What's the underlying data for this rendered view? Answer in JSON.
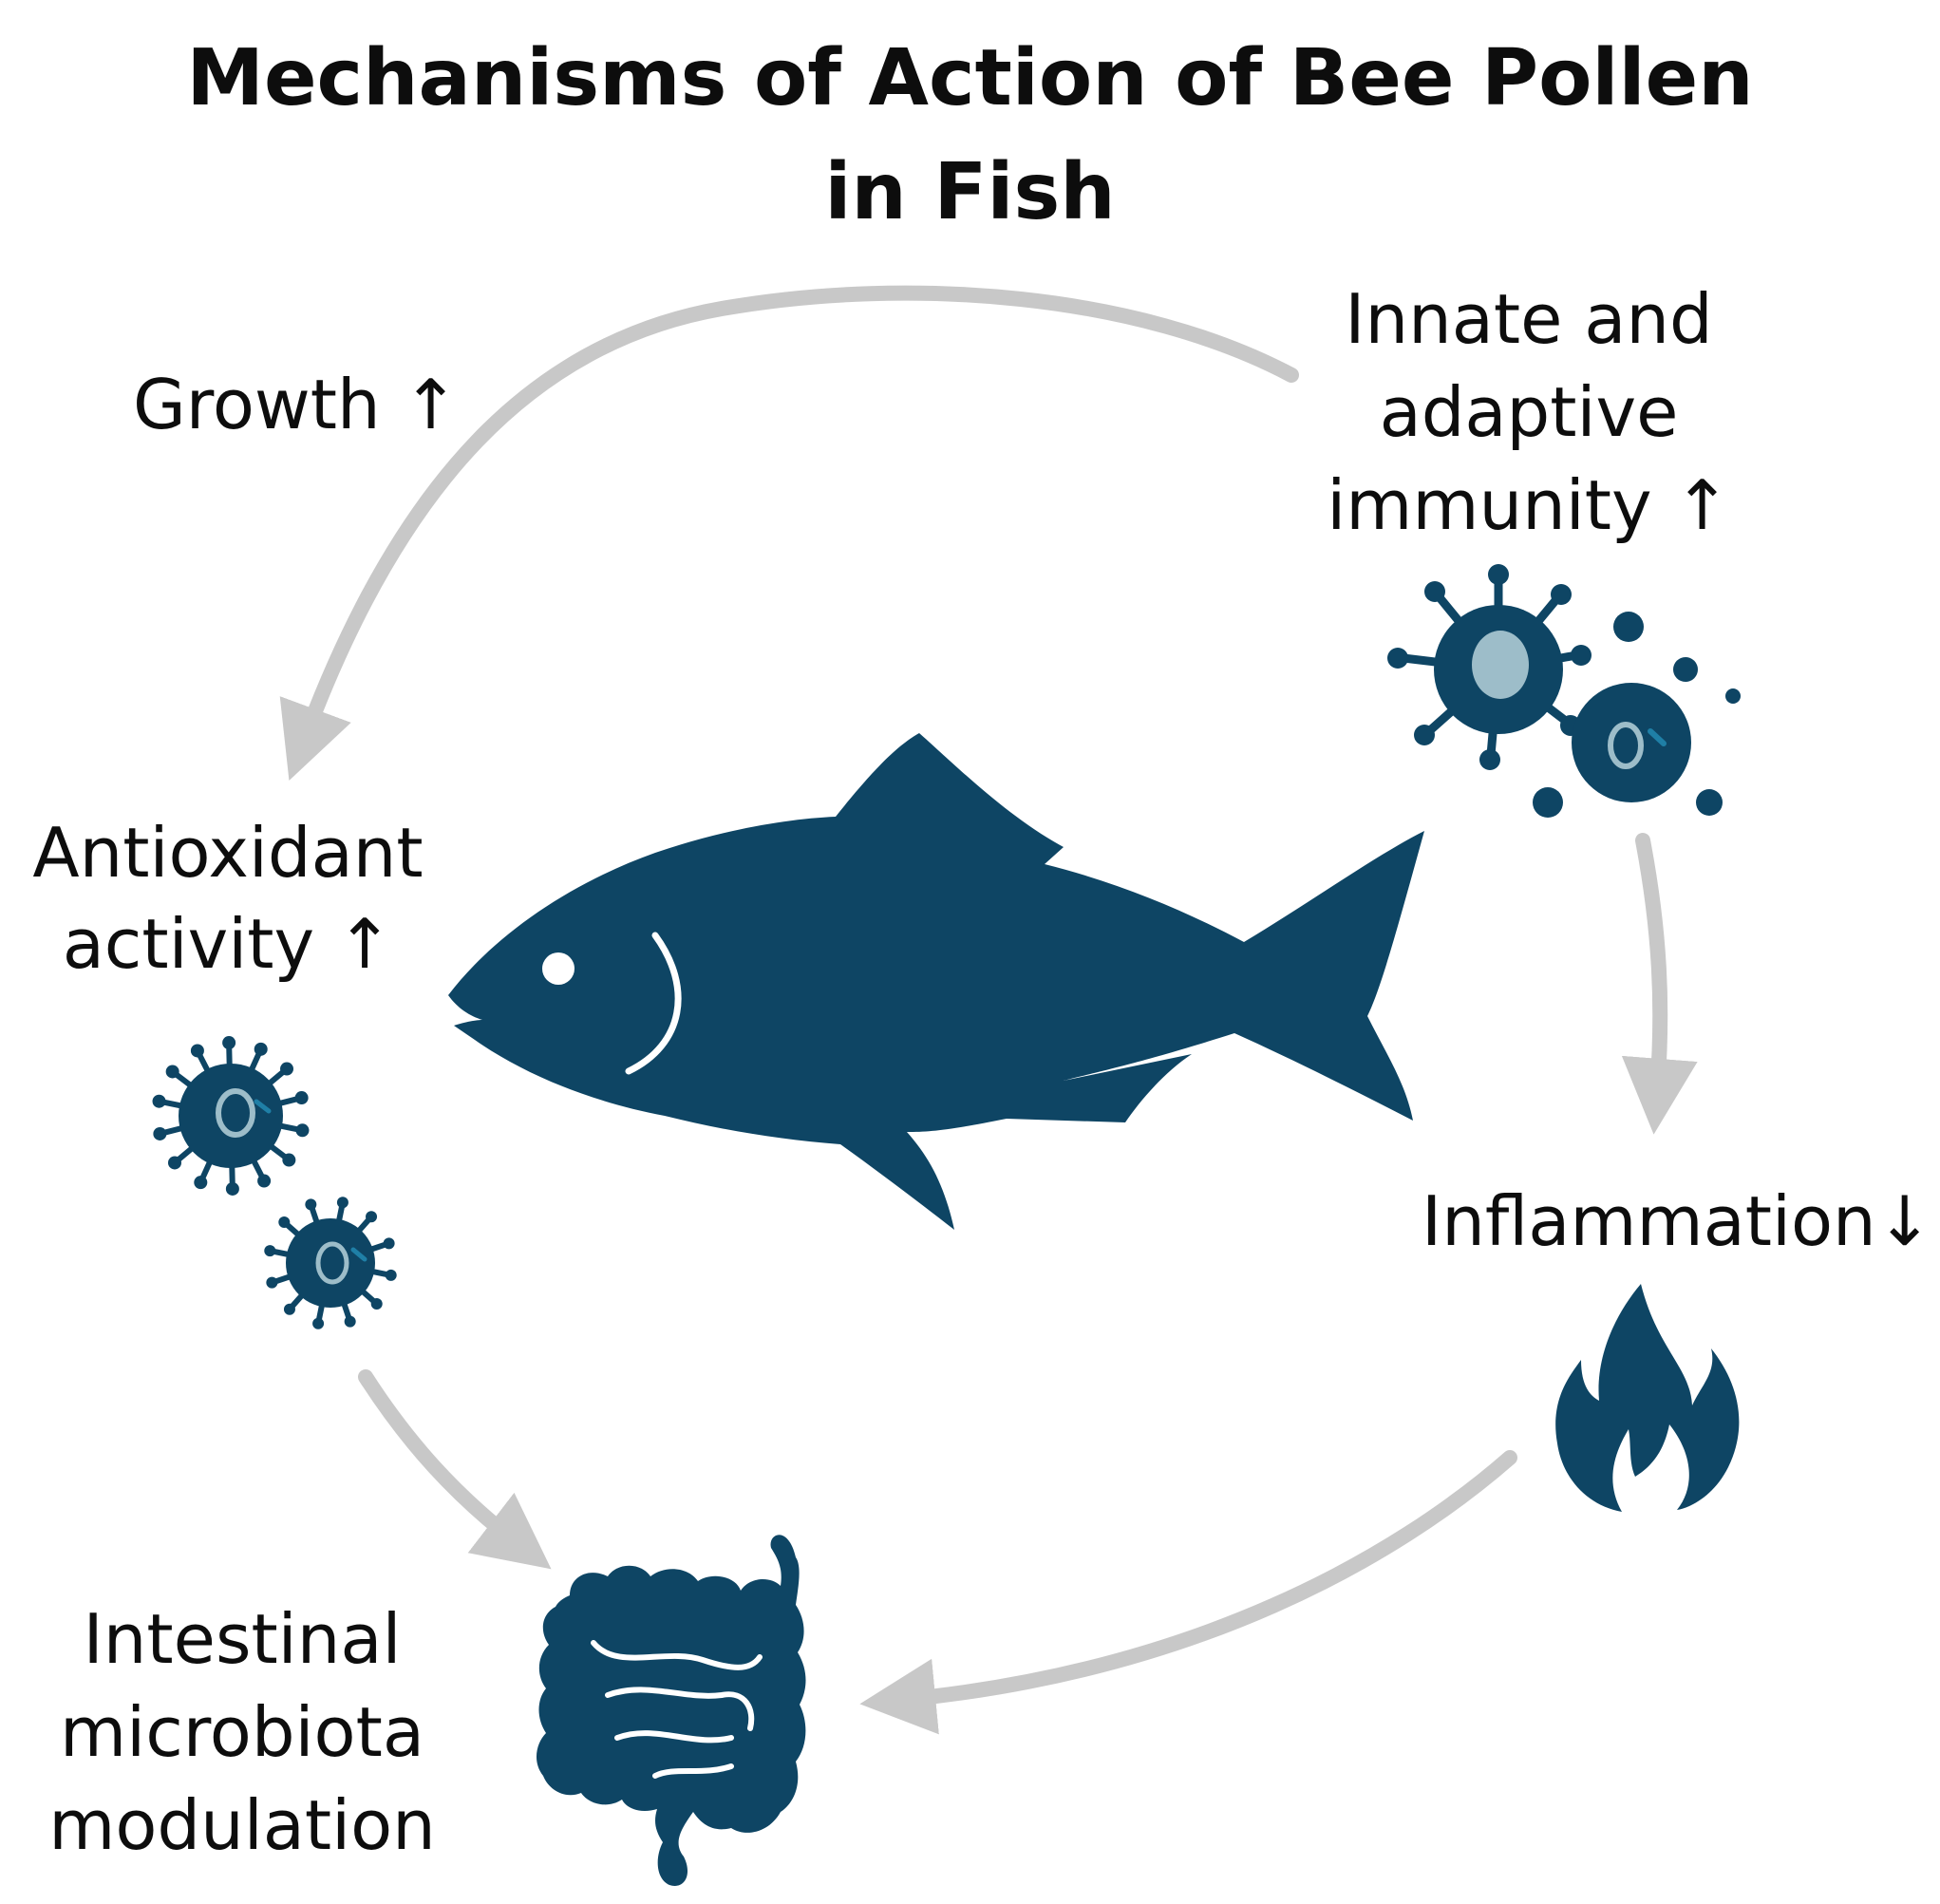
{
  "title": {
    "line1": "Mechanisms of Action of Bee Pollen",
    "line2": "in Fish"
  },
  "colors": {
    "icon": "#0e4564",
    "arrow": "#c8c8c8",
    "nucleus": "#9dbdc9",
    "text": "#0d0d0d"
  },
  "labels": {
    "growth": "Growth ↑",
    "immunity": [
      "Innate and",
      "adaptive",
      "immunity ↑"
    ],
    "antioxidant": [
      "Antioxidant",
      "activity ↑"
    ],
    "inflammation": "Inflammation↓",
    "intestinal": [
      "Intestinal",
      "microbiota",
      "modulation"
    ]
  },
  "icons": [
    "fish-icon",
    "immune-cell-icon",
    "antioxidant-cell-icon",
    "flame-icon",
    "intestine-icon"
  ]
}
